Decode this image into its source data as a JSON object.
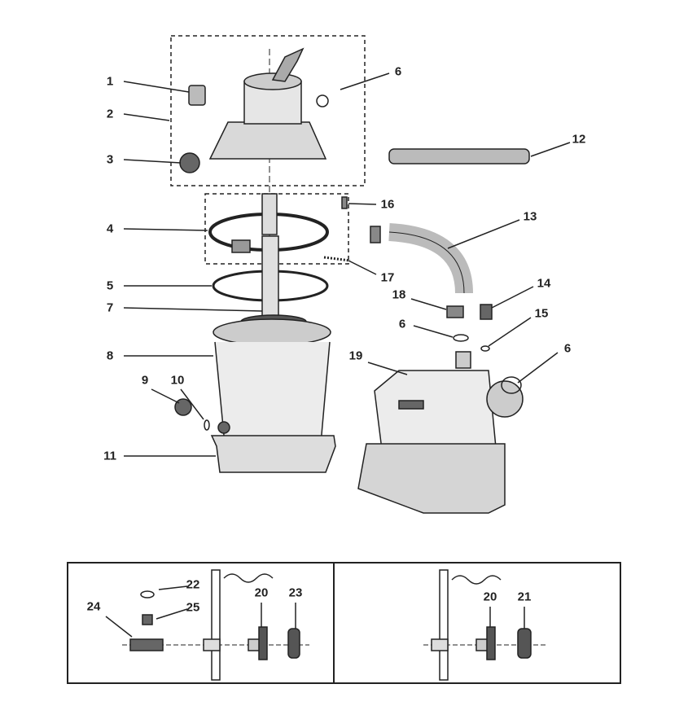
{
  "callouts": {
    "c1": "1",
    "c2": "2",
    "c3": "3",
    "c4": "4",
    "c5": "5",
    "c6a": "6",
    "c6b": "6",
    "c6c": "6",
    "c7": "7",
    "c8": "8",
    "c9": "9",
    "c10": "10",
    "c11": "11",
    "c12": "12",
    "c13": "13",
    "c14": "14",
    "c15": "15",
    "c16": "16",
    "c17": "17",
    "c18": "18",
    "c19": "19",
    "c20a": "20",
    "c20b": "20",
    "c21": "21",
    "c22": "22",
    "c23": "23",
    "c24": "24",
    "c25": "25"
  },
  "colors": {
    "line": "#222222",
    "part_fill": "#d9d9d9",
    "dark": "#555555"
  }
}
